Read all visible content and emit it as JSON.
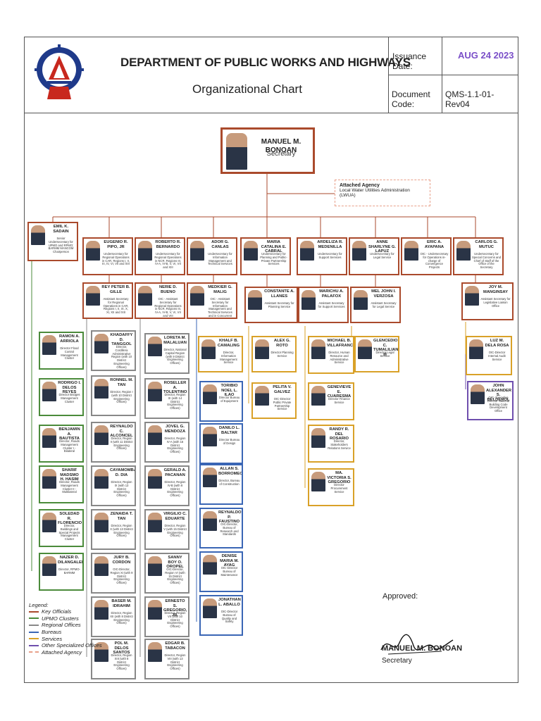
{
  "header": {
    "title": "DEPARTMENT OF PUBLIC WORKS AND HIGHWAYS",
    "subtitle": "Organizational Chart",
    "issuance_label": "Issuance Date:",
    "issuance_value": "AUG 24 2023",
    "code_label": "Document Code:",
    "code_value": "QMS-1.1-01-Rev04"
  },
  "secretary": {
    "name": "MANUEL M. BONOAN",
    "title": "Secretary"
  },
  "attached": {
    "title": "Attached Agency",
    "name": "Local Water Utilities Administration (LWUA)"
  },
  "officials": [
    {
      "name": "EMIL K. SADAIN",
      "desc": "Senior Undersecretary for UPMO and RPMO; BARMM MANCOM Chairperson"
    },
    {
      "name": "EUGENIO R. PIPO, JR",
      "desc": "Undersecretary for Regional Operations in CAR, Regions I, II, III, IV, VI, VII and XIII"
    },
    {
      "name": "ROBERTO R. BERNARDO",
      "desc": "Undersecretary for Regional Operations in NCR, Regions III, IV-A, IV-B, V, VI, VII and XIII"
    },
    {
      "name": "ADOR G. CANLAS",
      "desc": "Undersecretary for Information Management and Technical Services"
    },
    {
      "name": "MARIA CATALINA E. CABRAL",
      "desc": "Undersecretary for Planning and Public-Private Partnership Services"
    },
    {
      "name": "ARDELIZA R. MEDENILLA",
      "desc": "Undersecretary for Support Services"
    },
    {
      "name": "ANNE SHARLYNE G. LAPUZ",
      "desc": "Undersecretary for Legal Service"
    },
    {
      "name": "ERIC A. AYAPANA",
      "desc": "OIC - Undersecretary for Operations in-charge of Convergence Projects"
    },
    {
      "name": "CARLOS G. MUTUC",
      "desc": "Undersecretary for Special Concerns and Chief of Staff of the Office of the Secretary"
    }
  ],
  "assistants": [
    {
      "name": "REY PETER B. GILLE",
      "desc": "Assistant Secretary for Regional Operations in CAR, Regions I, II, IX, X, XI, XII and XIII"
    },
    {
      "name": "NERIE D. BUENO",
      "desc": "OIC - Assistant Secretary for Regional Operations in NCR, Regions III, IV-A, IV-B, V, VI, VII and VIII"
    },
    {
      "name": "MEDKIER G. MALIG",
      "desc": "OIC - Assistant Secretary for Information Management and Technical Services and in Concurrent Capacity as BOC Director"
    },
    {
      "name": "CONSTANTE A. LLANES",
      "desc": "Assistant Secretary for Planning Service"
    },
    {
      "name": "MARICHU A. PALAFOX",
      "desc": "Assistant Secretary for Support Services"
    },
    {
      "name": "MEL JOHN I. VERZOSA",
      "desc": "Assistant Secretary for Legal Service"
    },
    {
      "name": "JOY M. MANGINSAY",
      "desc": "Assistant Secretary for Legislative Liaison Office"
    }
  ],
  "upmo": [
    {
      "name": "RAMON A. ARRIOLA",
      "desc": "Director Flood Control Management Cluster"
    },
    {
      "name": "RODRIGO I. DELOS REYES",
      "desc": "Director Bridges Management Cluster"
    },
    {
      "name": "BENJAMIN A. BAUTISTA",
      "desc": "Director, Roads Management Cluster I - Bilateral"
    },
    {
      "name": "SHARIF MADSMO H. HASIM",
      "desc": "Director, Roads Management Cluster II - Multilateral"
    },
    {
      "name": "SOLEDAD R. FLORENCIO",
      "desc": "Director, Buildings and Special Projects Management Cluster"
    },
    {
      "name": "NAZER D. DILANGALEN",
      "desc": "Director, RPMO-BARMM"
    }
  ],
  "regional_a": [
    {
      "name": "KHADAFFY D. TANGGOL",
      "desc": "Director, Cordillera Administrative Region (with 10 District Engineering Offices)"
    },
    {
      "name": "RONNEL M. TAN",
      "desc": "Director, Region I (with 10 District Engineering Offices)"
    },
    {
      "name": "REYNALDO C. ALCONCEL",
      "desc": "Director, Region II (with 11 District Engineering Offices)"
    },
    {
      "name": "CAYAMOMBAO D. DIA",
      "desc": "Director, Region IX (with 13 District Engineering Offices)"
    },
    {
      "name": "ZENAIDA T. TAN",
      "desc": "Director, Region X (with 13 District Engineering Offices)"
    },
    {
      "name": "JURY B. CORDON",
      "desc": "OIC-Director, Region XI (with 9 District Engineering Offices)"
    },
    {
      "name": "BASER M. IDRAHIM",
      "desc": "Director, Region XII (with 8 District Engineering Offices)"
    },
    {
      "name": "POL M. DELOS SANTOS",
      "desc": "Director, Region XIII (with 8 District Engineering Offices)"
    }
  ],
  "regional_b": [
    {
      "name": "LORETA M. MALALUAN",
      "desc": "Director, National Capital Region (with 9 District Engineering Offices)"
    },
    {
      "name": "ROSELLER A. TOLENTINO",
      "desc": "Director, Region III (with 14 District Engineering Offices)"
    },
    {
      "name": "JOVEL G. MENDOZA",
      "desc": "Director, Region IV-A (with 16 District Engineering Offices)"
    },
    {
      "name": "GERALD A. PACANAN",
      "desc": "Director, Region IV-B (with 8 District Engineering Offices)"
    },
    {
      "name": "VIRGILIO C. EDUARTE",
      "desc": "Director, Region V (with 15 District Engineering Offices)"
    },
    {
      "name": "SANNY BOY O. OROPEL",
      "desc": "OIC-Director, Region VI (with 15 District Engineering Offices)"
    },
    {
      "name": "ERNESTO S. GREGORIO, JR.",
      "desc": "Director, Region VII (with 10 District Engineering Offices)"
    },
    {
      "name": "EDGAR B. TABACON",
      "desc": "Director, Region VIII (with 13 District Engineering Offices)"
    }
  ],
  "services_im": [
    {
      "name": "KHALF B. CAMALING",
      "desc": "Director, Information Management Service"
    }
  ],
  "bureaus": [
    {
      "name": "TORIBIO NOEL L. ILAO",
      "desc": "Director Bureau of Equipment"
    },
    {
      "name": "DANILO L. BALTAR",
      "desc": "Director Bureau of Design"
    },
    {
      "name": "ALLAN S. BORROMEO",
      "desc": "Director, Bureau of Construction"
    },
    {
      "name": "REYNALDO P. FAUSTINO",
      "desc": "OIC-Director, Bureau of Research and Standards"
    },
    {
      "name": "DENISE MARIA M. AYAG",
      "desc": "OIC-Director Bureau of Maintenance"
    },
    {
      "name": "JONATHAN L. ABALLO",
      "desc": "OIC-Director Bureau of Quality and Safety"
    }
  ],
  "services_plan": [
    {
      "name": "ALEX G. ROTO",
      "desc": "Director Planning Service"
    },
    {
      "name": "PELITA V. GALVEZ",
      "desc": "OIC-Director Public Private Partnership Service"
    }
  ],
  "services_support": [
    {
      "name": "MICHAEL B. VILLAFRANCA",
      "desc": "Director, Human Resource and Administrative Service"
    },
    {
      "name": "GENEVIEVE E. CUARESMA",
      "desc": "Director Finance Service"
    },
    {
      "name": "RANDY R. DEL ROSARIO",
      "desc": "Director, Stakeholders Relations Service"
    },
    {
      "name": "MA. VICTORIA S. GREGORIO",
      "desc": "Director Procurement Service"
    }
  ],
  "services_legal": [
    {
      "name": "GLENCEDIO C. TUMALILIAN III",
      "desc": "Director Legal Service"
    }
  ],
  "services_special": [
    {
      "name": "LUZ M. DELA ROSA",
      "desc": "OIC-Director Internal Audit Service"
    }
  ],
  "other_office": [
    {
      "name": "JOHN ALEXANDER S. BELDEROL",
      "desc": "OIC- Executive Director National Building Code Development Office"
    }
  ],
  "legend": {
    "title": "Legend:",
    "items": [
      {
        "label": "Key Officials",
        "color": "#aa4a2c"
      },
      {
        "label": "UPMO Clusters",
        "color": "#4b8b3b"
      },
      {
        "label": "Regional Offices",
        "color": "#888888"
      },
      {
        "label": "Bureaus",
        "color": "#3a66b5"
      },
      {
        "label": "Services",
        "color": "#d9a128"
      },
      {
        "label": "Other Specialized Offices",
        "color": "#6f4fae"
      },
      {
        "label": "Attached Agency",
        "color": "#e8a08a"
      }
    ]
  },
  "approval": {
    "label": "Approved:",
    "name": "MANUEL M. BONOAN",
    "title": "Secretary"
  }
}
